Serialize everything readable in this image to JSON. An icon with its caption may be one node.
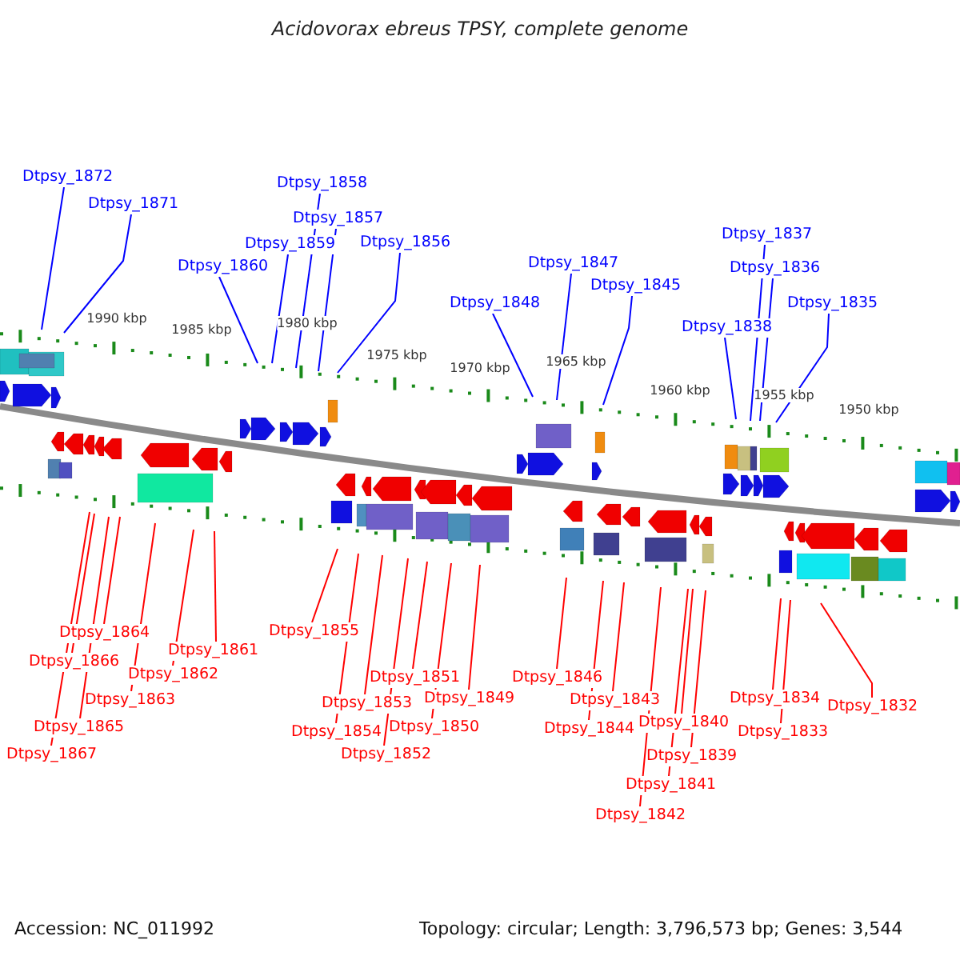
{
  "diagram": {
    "title": "Acidovorax ebreus TPSY, complete genome",
    "nodes": [
      {
        "text": [
          "Dtpsy_1872"
        ]
      },
      {
        "text": [
          "Dtpsy_1871"
        ]
      },
      {
        "text": [
          "Dtpsy_1860"
        ]
      },
      {
        "text": [
          "Dtpsy_1859"
        ]
      },
      {
        "text": [
          "Dtpsy_1858"
        ]
      },
      {
        "text": [
          "Dtpsy_1857"
        ]
      },
      {
        "text": [
          "Dtpsy_1856"
        ]
      },
      {
        "text": [
          "Dtpsy_1848"
        ]
      },
      {
        "text": [
          "Dtpsy_1847"
        ]
      },
      {
        "text": [
          "Dtpsy_1845"
        ]
      },
      {
        "text": [
          "Dtpsy_1838"
        ]
      },
      {
        "text": [
          "Dtpsy_1837"
        ]
      },
      {
        "text": [
          "Dtpsy_1836"
        ]
      },
      {
        "text": [
          "Dtpsy_1835"
        ]
      },
      {
        "text": [
          "Dtpsy_1867"
        ]
      },
      {
        "text": [
          "Dtpsy_1866"
        ]
      },
      {
        "text": [
          "Dtpsy_1865"
        ]
      },
      {
        "text": [
          "Dtpsy_1864"
        ]
      },
      {
        "text": [
          "Dtpsy_1863"
        ]
      },
      {
        "text": [
          "Dtpsy_1862"
        ]
      },
      {
        "text": [
          "Dtpsy_1861"
        ]
      },
      {
        "text": [
          "Dtpsy_1855"
        ]
      },
      {
        "text": [
          "Dtpsy_1854"
        ]
      },
      {
        "text": [
          "Dtpsy_1853"
        ]
      },
      {
        "text": [
          "Dtpsy_1852"
        ]
      },
      {
        "text": [
          "Dtpsy_1851"
        ]
      },
      {
        "text": [
          "Dtpsy_1850"
        ]
      },
      {
        "text": [
          "Dtpsy_1849"
        ]
      },
      {
        "text": [
          "Dtpsy_1846"
        ]
      },
      {
        "text": [
          "Dtpsy_1844"
        ]
      },
      {
        "text": [
          "Dtpsy_1843"
        ]
      },
      {
        "text": [
          "Dtpsy_1842"
        ]
      },
      {
        "text": [
          "Dtpsy_1841"
        ]
      },
      {
        "text": [
          "Dtpsy_1840"
        ]
      },
      {
        "text": [
          "Dtpsy_1839"
        ]
      },
      {
        "text": [
          "Dtpsy_1834"
        ]
      },
      {
        "text": [
          "Dtpsy_1833"
        ]
      },
      {
        "text": [
          "Dtpsy_1832"
        ]
      }
    ],
    "edges": [
      {
        "from": 0,
        "to": null,
        "arrow": "none",
        "color": "#0000ff"
      },
      {
        "from": 1,
        "to": null,
        "arrow": "none",
        "color": "#0000ff"
      },
      {
        "from": 2,
        "to": null,
        "arrow": "none",
        "color": "#0000ff"
      },
      {
        "from": 3,
        "to": null,
        "arrow": "none",
        "color": "#0000ff"
      },
      {
        "from": 4,
        "to": null,
        "arrow": "none",
        "color": "#0000ff"
      },
      {
        "from": 5,
        "to": null,
        "arrow": "none",
        "color": "#0000ff"
      },
      {
        "from": 6,
        "to": null,
        "arrow": "none",
        "color": "#0000ff"
      },
      {
        "from": 7,
        "to": null,
        "arrow": "none",
        "color": "#0000ff"
      },
      {
        "from": 8,
        "to": null,
        "arrow": "none",
        "color": "#0000ff"
      },
      {
        "from": 9,
        "to": null,
        "arrow": "none",
        "color": "#0000ff"
      },
      {
        "from": 10,
        "to": null,
        "arrow": "none",
        "color": "#0000ff"
      },
      {
        "from": 11,
        "to": null,
        "arrow": "none",
        "color": "#0000ff"
      },
      {
        "from": 12,
        "to": null,
        "arrow": "none",
        "color": "#0000ff"
      },
      {
        "from": 13,
        "to": null,
        "arrow": "none",
        "color": "#0000ff"
      },
      {
        "from": 14,
        "to": null,
        "arrow": "none"
      },
      {
        "from": 15,
        "to": null,
        "arrow": "none"
      },
      {
        "from": 16,
        "to": null,
        "arrow": "none"
      },
      {
        "from": 17,
        "to": null,
        "arrow": "none"
      },
      {
        "from": 18,
        "to": null,
        "arrow": "none"
      },
      {
        "from": 19,
        "to": null,
        "arrow": "none"
      },
      {
        "from": 20,
        "to": null,
        "arrow": "none"
      },
      {
        "from": 21,
        "to": null,
        "arrow": "none"
      },
      {
        "from": 22,
        "to": null,
        "arrow": "none"
      },
      {
        "from": 23,
        "to": null,
        "arrow": "none"
      },
      {
        "from": 24,
        "to": null,
        "arrow": "none"
      },
      {
        "from": 25,
        "to": null,
        "arrow": "none"
      },
      {
        "from": 26,
        "to": null,
        "arrow": "none"
      },
      {
        "from": 27,
        "to": null,
        "arrow": "none"
      },
      {
        "from": 28,
        "to": null,
        "arrow": "none"
      },
      {
        "from": 29,
        "to": null,
        "arrow": "none"
      },
      {
        "from": 30,
        "to": null,
        "arrow": "none"
      },
      {
        "from": 31,
        "to": null,
        "arrow": "none"
      },
      {
        "from": 32,
        "to": null,
        "arrow": "none"
      },
      {
        "from": 33,
        "to": null,
        "arrow": "none"
      },
      {
        "from": 34,
        "to": null,
        "arrow": "none"
      },
      {
        "from": 35,
        "to": null,
        "arrow": "none"
      },
      {
        "from": 36,
        "to": null,
        "arrow": "none"
      },
      {
        "from": 37,
        "to": null,
        "arrow": "none"
      }
    ],
    "labels": [
      "1990 kbp",
      "1985 kbp",
      "1980 kbp",
      "1975 kbp",
      "1970 kbp",
      "1965 kbp",
      "1960 kbp",
      "1955 kbp",
      "1950 kbp",
      "Accession: NC_011992",
      "Topology: circular; Length: 3,796,573 bp; Genes: 3,544"
    ]
  }
}
